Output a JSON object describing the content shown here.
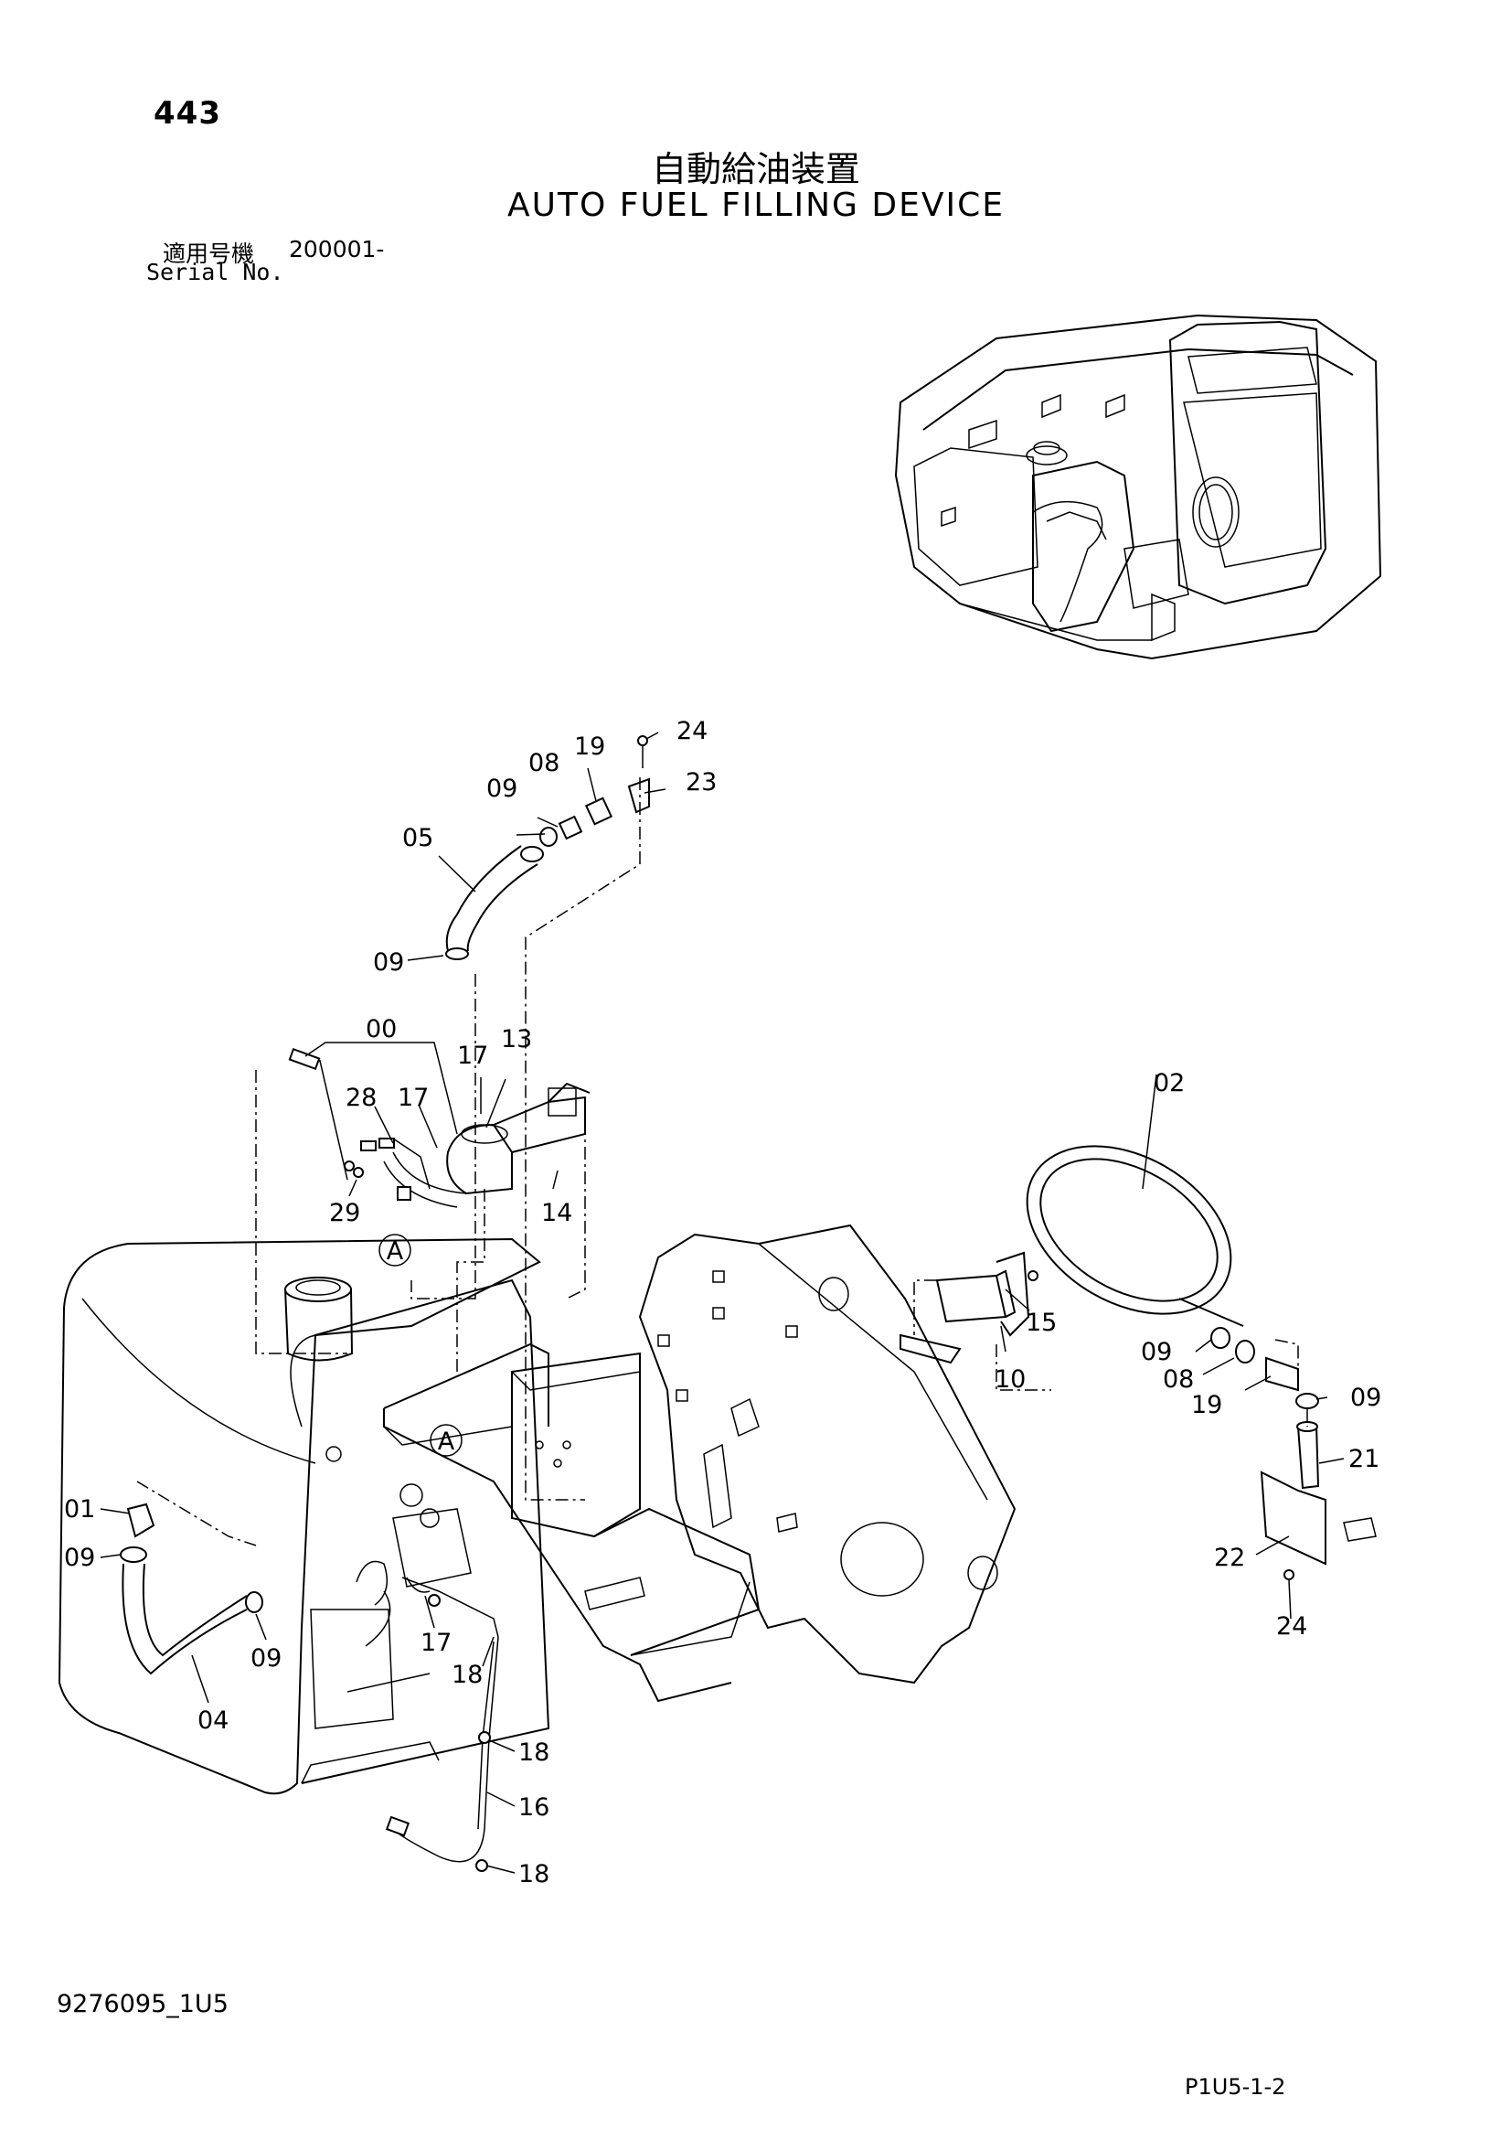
{
  "header": {
    "page_number": "443",
    "title_jp": "自動給油装置",
    "title_en": "AUTO FUEL FILLING DEVICE",
    "serial_label_jp": "適用号機",
    "serial_label_en": "Serial No.",
    "serial_range": "200001-"
  },
  "callouts": {
    "c00": "00",
    "c01": "01",
    "c02": "02",
    "c04": "04",
    "c05": "05",
    "c08a": "08",
    "c08b": "08",
    "c09a": "09",
    "c09b": "09",
    "c09c": "09",
    "c09d": "09",
    "c09e": "09",
    "c09f": "09",
    "c10": "10",
    "c13": "13",
    "c14": "14",
    "c15": "15",
    "c16": "16",
    "c17a": "17",
    "c17b": "17",
    "c17c": "17",
    "c18a": "18",
    "c18b": "18",
    "c18c": "18",
    "c19a": "19",
    "c19b": "19",
    "c21": "21",
    "c22": "22",
    "c23": "23",
    "c24a": "24",
    "c24b": "24",
    "c28": "28",
    "c29": "29",
    "refA1": "A",
    "refA2": "A"
  },
  "footer": {
    "doc_code": "9276095_1U5",
    "page_code": "P1U5-1-2"
  }
}
